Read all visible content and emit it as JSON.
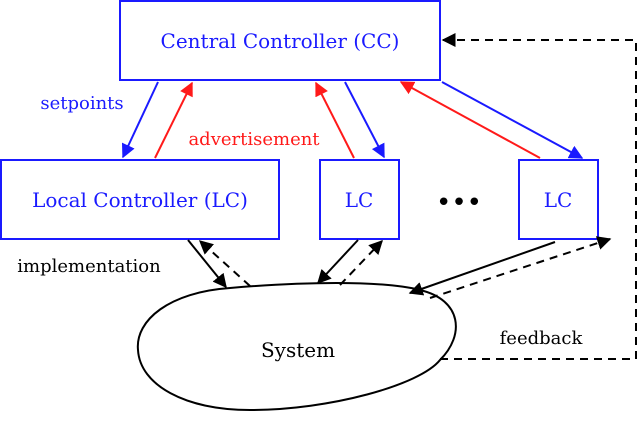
{
  "colors": {
    "box_stroke": "#1a1aff",
    "box_text": "#1a1aff",
    "down_arrow": "#1a1aff",
    "up_arrow": "#ff1a1a",
    "black": "#000000"
  },
  "nodes": {
    "central_controller": "Central Controller (CC)",
    "local_controller": "Local Controller (LC)",
    "lc_2": "LC",
    "lc_3": "LC",
    "ellipsis": "•••",
    "system": "System"
  },
  "edge_labels": {
    "setpoints": "setpoints",
    "advertisement": "advertisement",
    "implementation": "implementation",
    "feedback": "feedback"
  }
}
